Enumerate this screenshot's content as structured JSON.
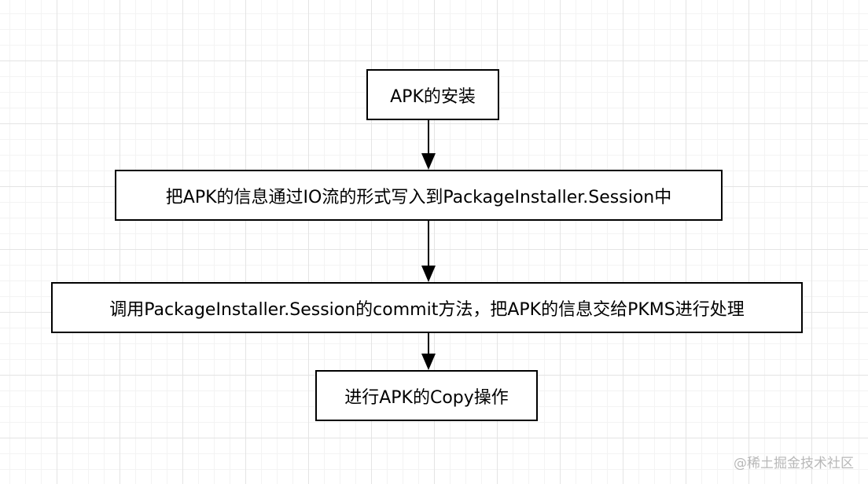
{
  "flowchart": {
    "steps": [
      "APK的安装",
      "把APK的信息通过IO流的形式写入到PackageInstaller.Session中",
      "调用PackageInstaller.Session的commit方法，把APK的信息交给PKMS进行处理",
      "进行APK的Copy操作"
    ]
  },
  "watermark": "@稀土掘金技术社区",
  "colors": {
    "background": "#ffffff",
    "grid": "#e4e4e4",
    "stroke": "#000000",
    "watermark": "#b8b8b8"
  }
}
